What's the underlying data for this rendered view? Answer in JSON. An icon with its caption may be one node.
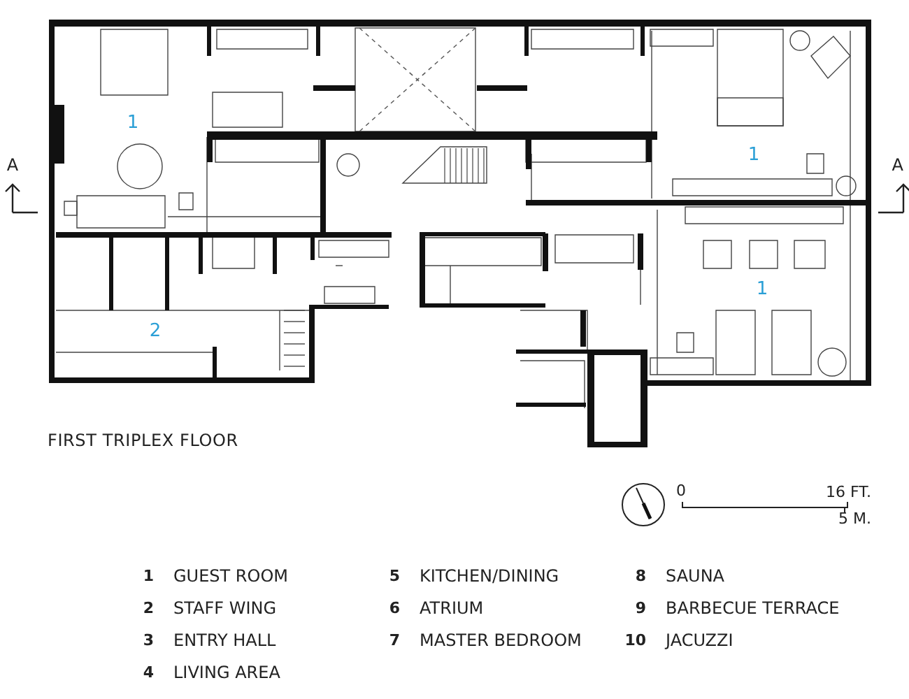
{
  "diagram": {
    "caption": "FIRST TRIPLEX FLOOR",
    "labels": [
      "A",
      "1",
      "1",
      "A",
      "1",
      "2",
      "0",
      "16 FT.",
      "5 M.",
      "1",
      "GUEST ROOM",
      "5",
      "KITCHEN/DINING",
      "8",
      "SAUNA",
      "2",
      "STAFF WING",
      "6",
      "ATRIUM",
      "9",
      "BARBECUE TERRACE",
      "3",
      "ENTRY HALL",
      "7",
      "MASTER BEDROOM",
      "10",
      "JACUZZI",
      "4",
      "LIVING AREA"
    ]
  }
}
